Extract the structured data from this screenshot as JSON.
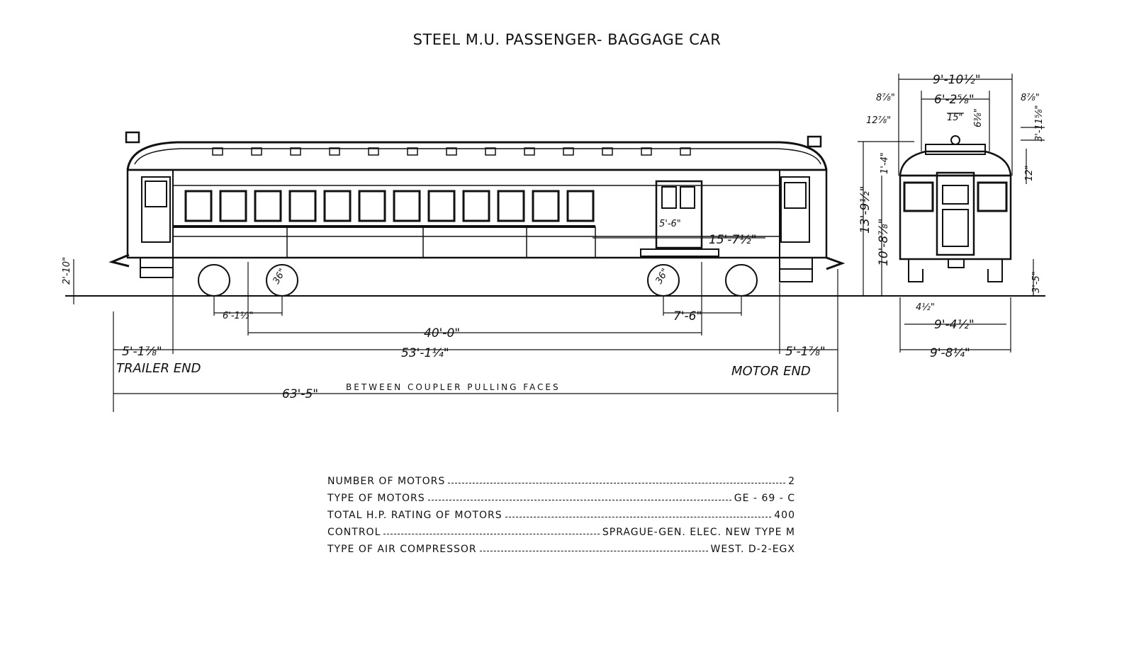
{
  "title": "STEEL M.U. PASSENGER- BAGGAGE CAR",
  "side_view": {
    "dims": {
      "height_above_rail": "2'-10\"",
      "wheel_dia_trailer": "36\"",
      "wheel_dia_motor": "36\"",
      "trailer_truck_wheelbase": "6'-1½\"",
      "motor_truck_wheelbase": "7'-6\"",
      "baggage_door": "5'-6\"",
      "baggage_section": "15'-7½\"",
      "truck_centers": "40'-0\"",
      "body_length": "53'-1¼\"",
      "end_overhang_left": "5'-1⅞\"",
      "end_overhang_right": "5'-1⅞\""
    },
    "trailer_end": "TRAILER END",
    "motor_end": "MOTOR END",
    "overall_length": "63'-5\"",
    "overall_note": "BETWEEN COUPLER PULLING FACES"
  },
  "end_view": {
    "dims": {
      "roof_width": "9'-10½\"",
      "monitor_width": "6'-2⅝\"",
      "left_offset": "8⅞\"",
      "right_offset": "8⅞\"",
      "roof_drop": "12⅞\"",
      "monitor_center": "15\"",
      "monitor_height": "6⅜\"",
      "right_small": "3'-11⅝\"",
      "right_twelve": "12\"",
      "overall_height": "13'-9½\"",
      "floor_height": "10'-8⅞\"",
      "eaves": "1'-4\"",
      "step_height": "3'-5\"",
      "step_small": "4½\"",
      "width_sill": "9'-4½\"",
      "width_overall": "9'-8¼\""
    }
  },
  "specs": [
    {
      "key": "NUMBER OF MOTORS",
      "value": "2"
    },
    {
      "key": "TYPE OF MOTORS",
      "value": "GE - 69 - C"
    },
    {
      "key": "TOTAL H.P. RATING OF MOTORS",
      "value": "400"
    },
    {
      "key": "CONTROL",
      "value": "SPRAGUE-GEN. ELEC. NEW TYPE M"
    },
    {
      "key": "TYPE OF AIR COMPRESSOR",
      "value": "WEST. D-2-EGX"
    }
  ]
}
